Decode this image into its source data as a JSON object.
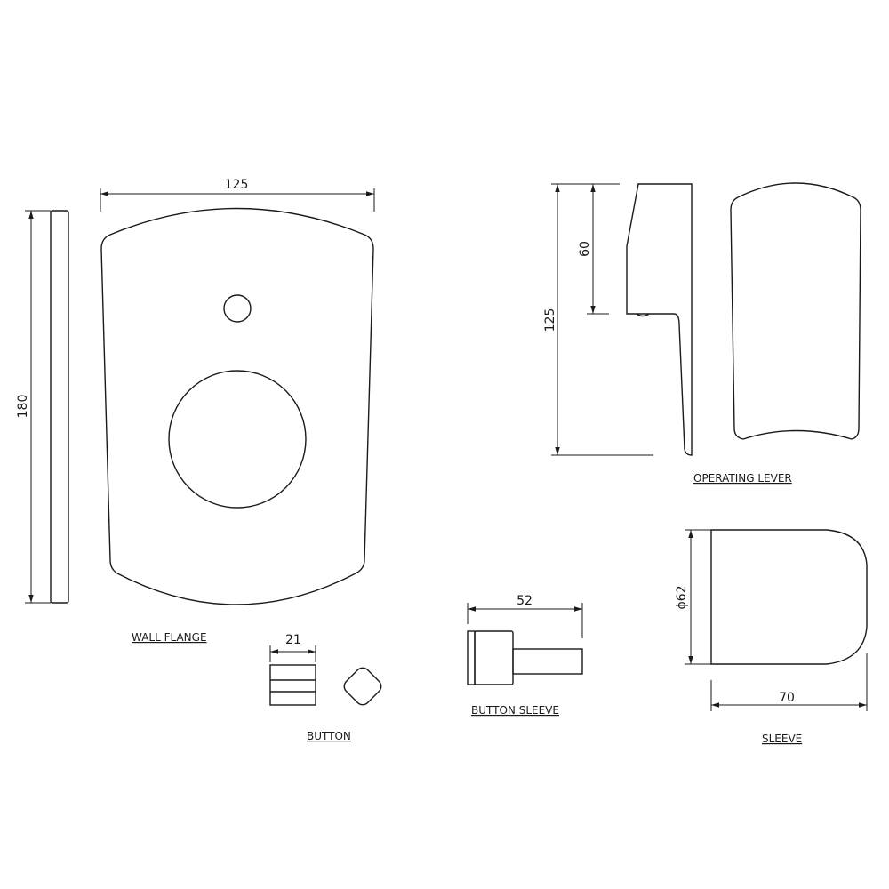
{
  "wall_flange": {
    "label": "WALL FLANGE",
    "height_dim": "180",
    "width_dim": "125"
  },
  "button": {
    "label": "BUTTON",
    "width_dim": "21"
  },
  "button_sleeve": {
    "label": "BUTTON SLEEVE",
    "length_dim": "52"
  },
  "operating_lever": {
    "label": "OPERATING LEVER",
    "height_dim": "125",
    "upper_dim": "60"
  },
  "sleeve": {
    "label": "SLEEVE",
    "diameter_dim": "ϕ62",
    "length_dim": "70"
  },
  "colors": {
    "line": "#1a1a1a",
    "background": "#ffffff"
  }
}
